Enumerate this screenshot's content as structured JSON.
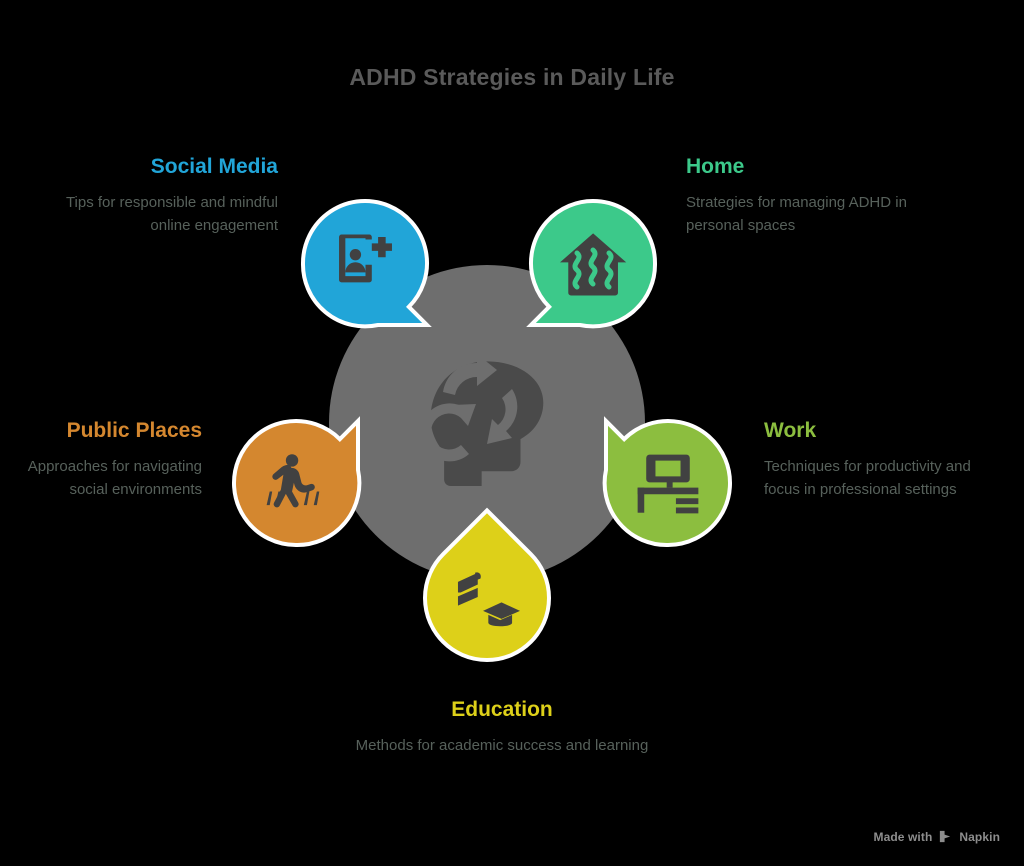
{
  "title": "ADHD Strategies in Daily Life",
  "theme": {
    "background": "#000000",
    "center_circle": "#6e6e6e",
    "center_icon": "#4a4a4a",
    "title_color": "#5a5a5a",
    "description_color": "#57615b",
    "pin_outline": "#ffffff"
  },
  "center": {
    "icon": "head-with-cycle-arrows-icon"
  },
  "nodes": [
    {
      "id": "social-media",
      "label": "Social Media",
      "description": "Tips for responsible and mindful online engagement",
      "color": "#21a5d8",
      "icon": "profile-add-phone-icon"
    },
    {
      "id": "home",
      "label": "Home",
      "description": "Strategies for managing ADHD in personal spaces",
      "color": "#3cc98a",
      "icon": "house-warmth-icon"
    },
    {
      "id": "public-places",
      "label": "Public Places",
      "description": "Approaches for navigating social environments",
      "color": "#d4872f",
      "icon": "pedestrian-crossing-icon"
    },
    {
      "id": "work",
      "label": "Work",
      "description": "Techniques for productivity and focus in professional settings",
      "color": "#8cbe3f",
      "icon": "desk-monitor-icon"
    },
    {
      "id": "education",
      "label": "Education",
      "description": "Methods for academic success and learning",
      "color": "#ddd019",
      "icon": "book-graduation-cap-icon"
    }
  ],
  "watermark": {
    "prefix": "Made with",
    "brand": "Napkin",
    "logo": "napkin-logo-icon"
  }
}
